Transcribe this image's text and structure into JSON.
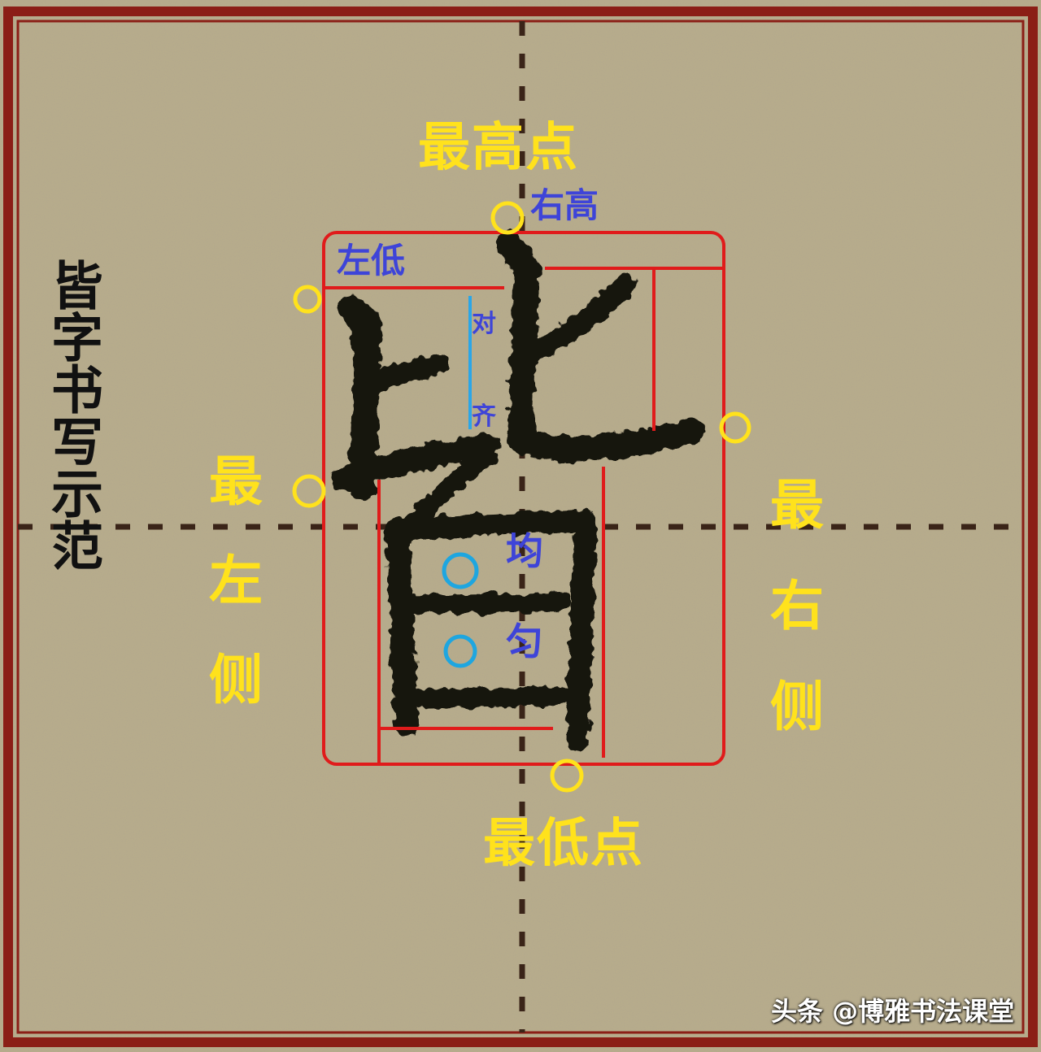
{
  "title_vertical": "皆字书写示范",
  "labels": {
    "highest_point": "最高点",
    "lowest_point": "最低点",
    "right_high": "右高",
    "left_low": "左低",
    "align_1": "对",
    "align_2": "齐",
    "even_1": "均",
    "even_2": "匀",
    "leftmost": "最左侧",
    "rightmost": "最右侧"
  },
  "character": "皆",
  "watermark": "头条 @博雅书法课堂",
  "colors": {
    "paper": "#b9ad8a",
    "border": "#8b1e16",
    "guide_line": "#3a2418",
    "box": "#e01b1b",
    "highlight_circle": "#ffe21c",
    "even_circle": "#1ea6e0",
    "align_line": "#2aa6e8",
    "label_yellow": "#ffe21c",
    "label_blue": "#3e44d8",
    "ink": "#161410"
  }
}
